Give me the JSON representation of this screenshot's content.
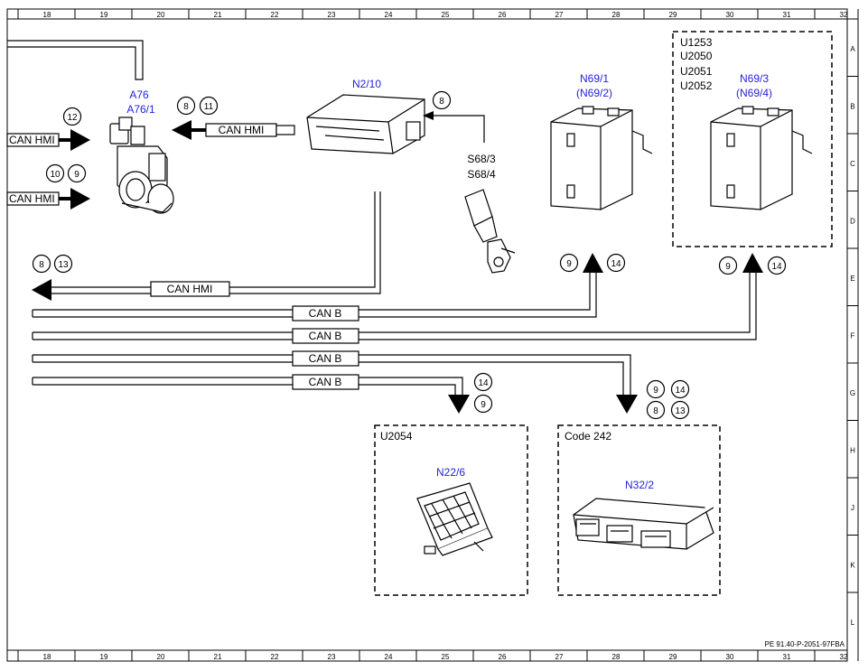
{
  "ruler_columns": [
    "18",
    "19",
    "20",
    "21",
    "22",
    "23",
    "24",
    "25",
    "26",
    "27",
    "28",
    "29",
    "30",
    "31",
    "32"
  ],
  "ruler_rows": [
    "A",
    "B",
    "C",
    "D",
    "E",
    "F",
    "G",
    "H",
    "J",
    "K",
    "L"
  ],
  "components": {
    "a76": {
      "line1": "A76",
      "line2": "A76/1"
    },
    "n2_10": {
      "label": "N2/10"
    },
    "s68": {
      "line1": "S68/3",
      "line2": "S68/4"
    },
    "n69_1": {
      "line1": "N69/1",
      "line2": "(N69/2)"
    },
    "n69_3": {
      "line1": "N69/3",
      "line2": "(N69/4)"
    },
    "u_codes": [
      "U1253",
      "U2050",
      "U2051",
      "U2052"
    ],
    "n22_6": {
      "label": "N22/6",
      "box_label": "U2054"
    },
    "n32_2": {
      "label": "N32/2",
      "box_label": "Code 242"
    }
  },
  "bus_labels": {
    "can_hmi": "CAN HMI",
    "can_b": "CAN B"
  },
  "circle_numbers": {
    "left_top": "12",
    "left_mid_a": "10",
    "left_mid_b": "9",
    "a76_a": "8",
    "a76_b": "11",
    "n2_10": "8",
    "bottom_left_a": "8",
    "bottom_left_b": "13",
    "n69_1_a": "9",
    "n69_1_b": "14",
    "n69_3_a": "9",
    "n69_3_b": "14",
    "n22_a": "14",
    "n22_b": "9",
    "n32_a": "9",
    "n32_b": "14",
    "n32_c": "8",
    "n32_d": "13"
  },
  "footer": {
    "code": "PE 91.40-P-2051-97FBA"
  }
}
